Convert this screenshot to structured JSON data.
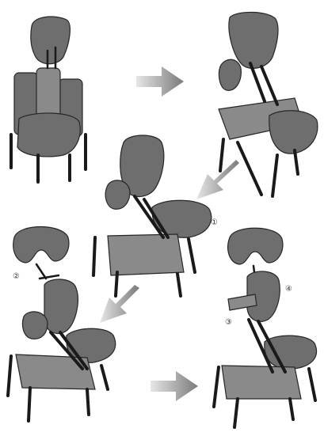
{
  "steps": [
    {
      "id": "step-1"
    },
    {
      "id": "step-2"
    },
    {
      "id": "step-3"
    },
    {
      "id": "step-4"
    },
    {
      "id": "step-5"
    }
  ],
  "callouts": {
    "c1": "①",
    "c2": "②",
    "c3": "③",
    "c4": "④"
  },
  "icons": [
    "arrow-right-icon",
    "arrow-down-left-icon",
    "arrow-down-left-icon",
    "arrow-right-icon"
  ],
  "colors": {
    "pad": "#6e6e6e",
    "frame": "#1a1a1a",
    "arrow_light": "#e0e0e0",
    "arrow_dark": "#808080"
  }
}
